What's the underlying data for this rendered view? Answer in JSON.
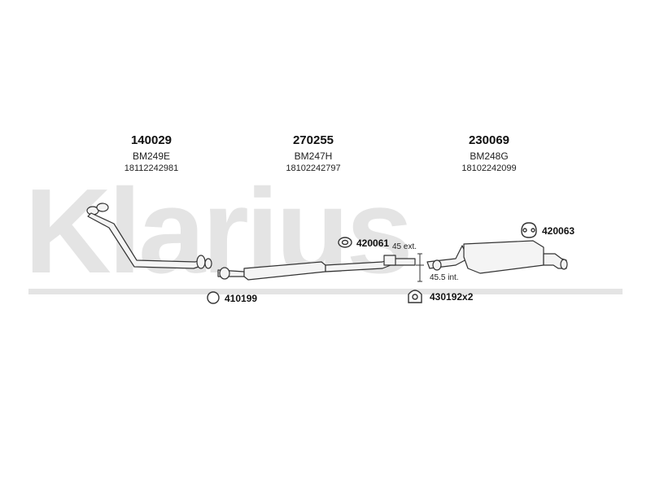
{
  "watermark": {
    "brand": "Klarius"
  },
  "parts": [
    {
      "number": "140029",
      "code": "BM249E",
      "oem": "18112242981"
    },
    {
      "number": "270255",
      "code": "BM247H",
      "oem": "18102242797"
    },
    {
      "number": "230069",
      "code": "BM248G",
      "oem": "18102242099"
    }
  ],
  "accessories": [
    {
      "number": "420061",
      "icon": "rubber-hanger-ring-icon"
    },
    {
      "number": "420063",
      "icon": "rubber-hanger-icon"
    },
    {
      "number": "410199",
      "icon": "gasket-ring-icon"
    },
    {
      "number": "430192x2",
      "icon": "clamp-icon"
    }
  ],
  "dimensions": {
    "ext": "45 ext.",
    "int": "45.5 int."
  },
  "colors": {
    "watermark": "#e4e4e4",
    "line": "#333333",
    "pipe_fill": "#f4f4f4"
  }
}
